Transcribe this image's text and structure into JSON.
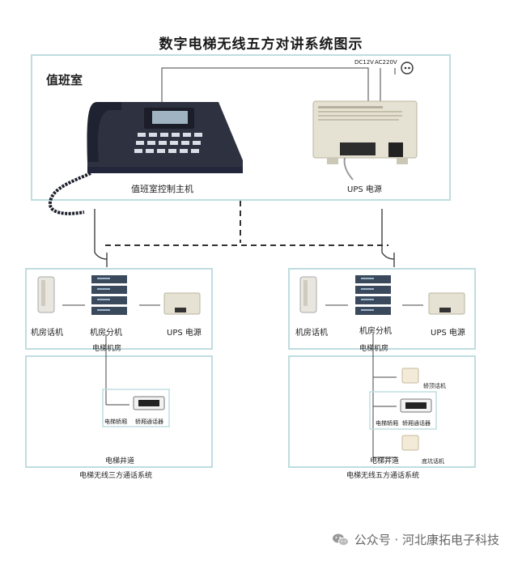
{
  "title": "数字电梯无线五方对讲系统图示",
  "duty_room": {
    "heading": "值班室",
    "host_label": "值班室控制主机",
    "ups_label": "UPS 电源",
    "dc_label": "DC12V",
    "ac_label": "AC220V"
  },
  "left_system": {
    "phone_label": "机房话机",
    "ext_label": "机房分机",
    "ups_label": "UPS 电源",
    "room_label": "电梯机房",
    "car_top_label": "电梯轿厢",
    "car_intercom_label": "轿厢通话器",
    "shaft_label": "电梯井道",
    "caption": "电梯无线三方通话系统"
  },
  "right_system": {
    "phone_label": "机房话机",
    "ext_label": "机房分机",
    "ups_label": "UPS 电源",
    "room_label": "电梯机房",
    "top_phone_label": "轿顶话机",
    "car_top_label": "电梯轿厢",
    "car_intercom_label": "轿厢通话器",
    "shaft_label": "电梯井道",
    "pit_phone_label": "底坑话机",
    "caption": "电梯无线五方通话系统"
  },
  "watermark": "公众号 · 河北康拓电子科技"
}
